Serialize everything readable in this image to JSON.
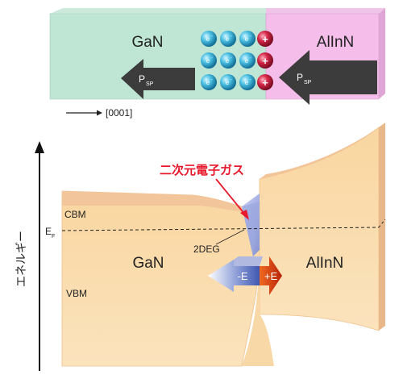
{
  "top_panel": {
    "left_material": "GaN",
    "right_material": "AlInN",
    "polarization_label": "P",
    "polarization_sub": "SP",
    "electron_symbol": "e",
    "electron_charge": "-",
    "hole_symbol": "+",
    "direction_label": "[0001]"
  },
  "band_diagram": {
    "axis_label": "エネルギー",
    "annotation": "二次元電子ガス",
    "cbm_label": "CBM",
    "fermi_label": "E",
    "fermi_sub": "F",
    "twodeg_label": "2DEG",
    "vbm_label": "VBM",
    "left_material": "GaN",
    "right_material": "AlInN",
    "field_neg_label": "-E",
    "field_pos_label": "+E"
  },
  "colors": {
    "gan_region": "#bfe5d4",
    "alinn_region": "#f5bdea",
    "band_fill": "#f8d8a6",
    "band_edge": "#f0c08c",
    "annotation_red": "#e8182c",
    "arrow_dark": "#3c3c3c"
  }
}
